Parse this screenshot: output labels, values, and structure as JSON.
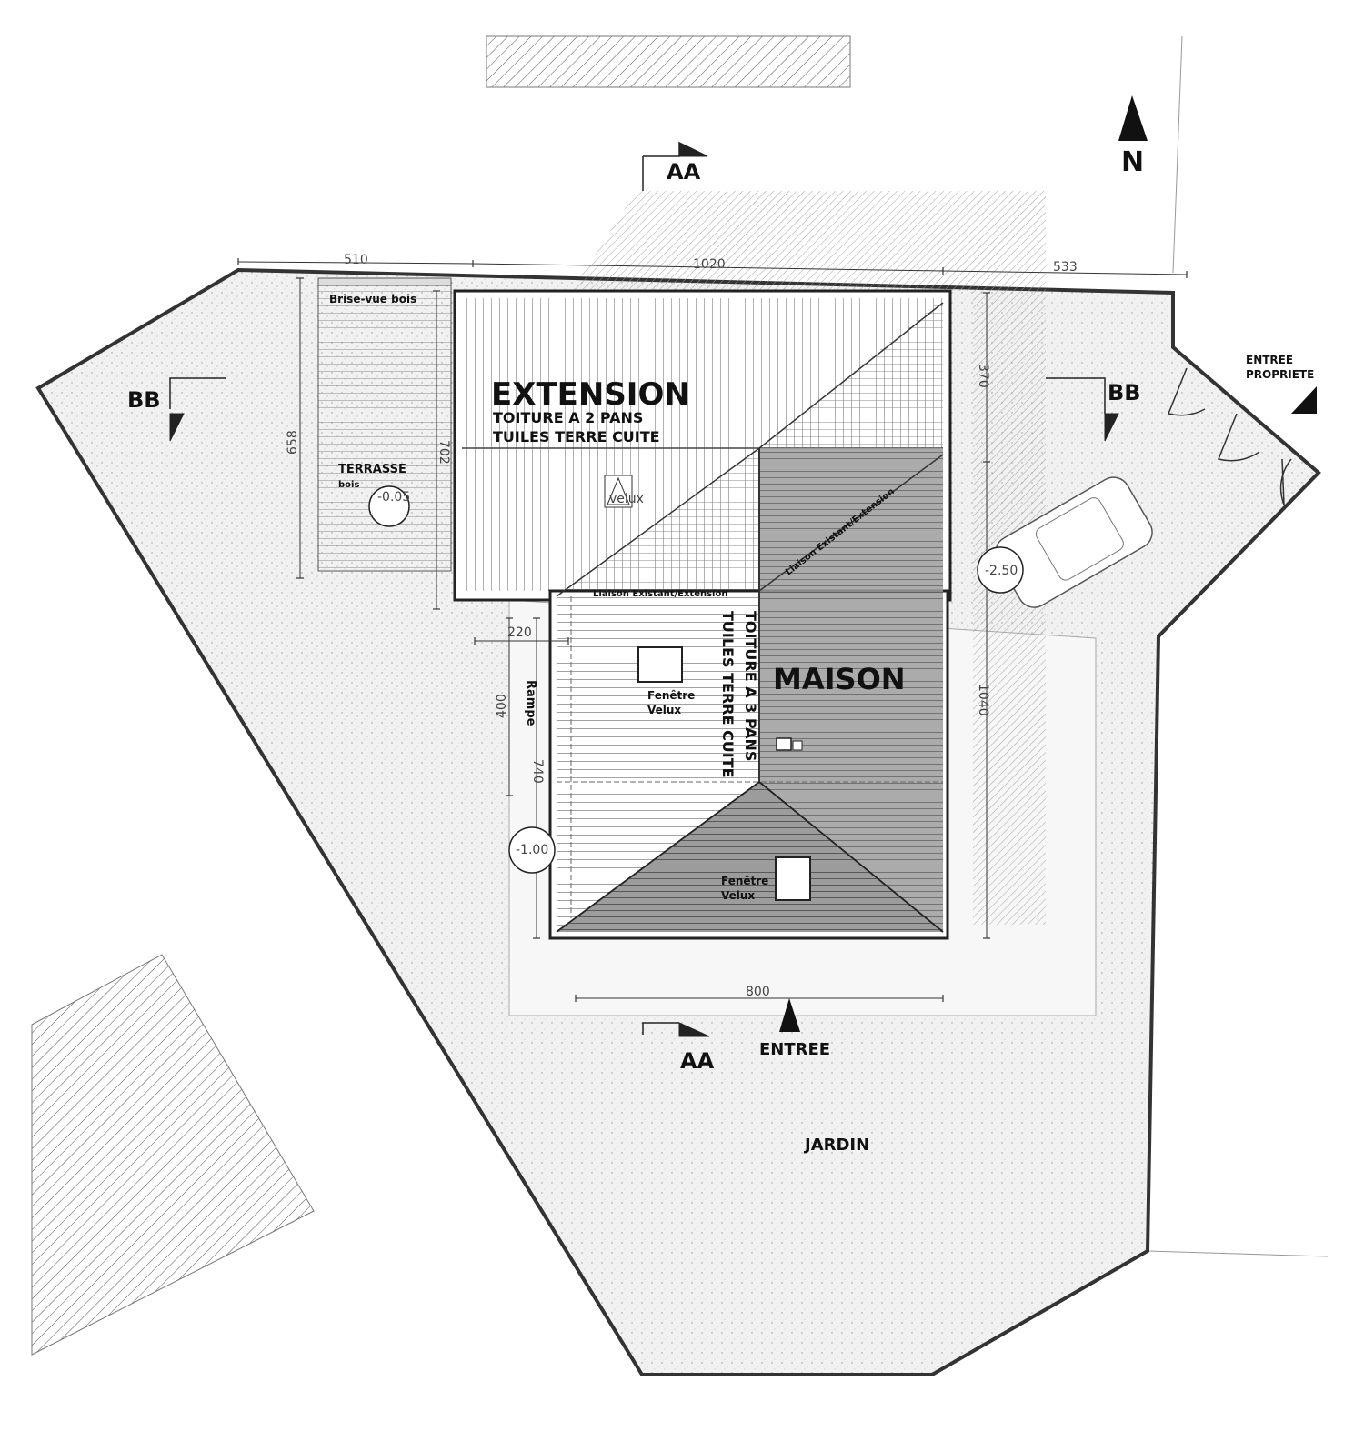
{
  "labels": {
    "extension_title": "EXTENSION",
    "extension_roof_1": "TOITURE A 2 PANS",
    "extension_roof_2": "TUILES TERRE CUITE",
    "maison_title": "MAISON",
    "maison_roof_1": "TOITURE A 3 PANS",
    "maison_roof_2": "TUILES TERRE CUITE",
    "brise_vue": "Brise-vue bois",
    "terrasse": "TERRASSE",
    "terrasse_sub": "bois",
    "velux_small": "velux",
    "liaison_1": "Liaison Existant/Extension",
    "liaison_2": "Liaison Existant/Extension",
    "fenetre_1a": "Fenêtre",
    "fenetre_1b": "Velux",
    "fenetre_2a": "Fenêtre",
    "fenetre_2b": "Velux",
    "rampe": "Rampe",
    "entree": "ENTREE",
    "entree_propriete_1": "ENTREE",
    "entree_propriete_2": "PROPRIETE",
    "jardin": "JARDIN",
    "north": "N",
    "section_aa_top": "AA",
    "section_aa_bottom": "AA",
    "section_bb_left": "BB",
    "section_bb_right": "BB"
  },
  "dimensions": {
    "d510": "510",
    "d1020": "1020",
    "d533": "533",
    "d370": "370",
    "d1040": "1040",
    "d658": "658",
    "d702": "702",
    "d220": "220",
    "d400": "400",
    "d740": "740",
    "d800": "800"
  },
  "levels": {
    "terrasse": "-0.05",
    "parking": "-2.50",
    "rampe": "-1.00"
  },
  "icons": [
    "north-arrow-icon",
    "entrance-arrow-icon",
    "car-icon",
    "door-swing-icon",
    "section-marker-icon"
  ]
}
